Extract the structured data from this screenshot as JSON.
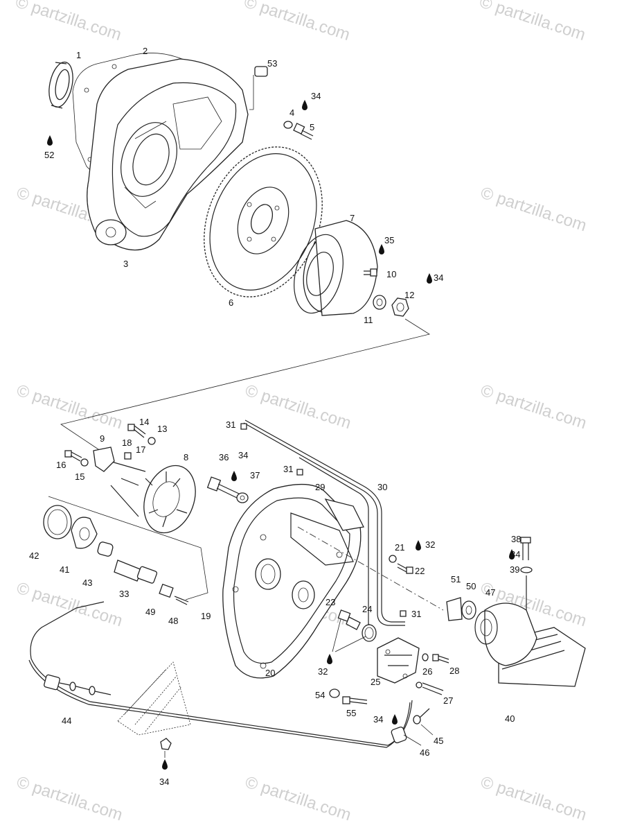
{
  "watermark": {
    "text": "partzilla.com",
    "center_text": "Partzilla.com",
    "copyright_symbol": "©"
  },
  "labels": {
    "p1": "1",
    "p2": "2",
    "p3": "3",
    "p4": "4",
    "p5": "5",
    "p6": "6",
    "p7": "7",
    "p8": "8",
    "p9": "9",
    "p10": "10",
    "p11": "11",
    "p12": "12",
    "p13": "13",
    "p14": "14",
    "p15": "15",
    "p16": "16",
    "p17": "17",
    "p18": "18",
    "p19": "19",
    "p20": "20",
    "p21": "21",
    "p22": "22",
    "p23": "23",
    "p24": "24",
    "p25": "25",
    "p26": "26",
    "p27": "27",
    "p28": "28",
    "p29": "29",
    "p30": "30",
    "p31a": "31",
    "p31b": "31",
    "p31c": "31",
    "p32a": "32",
    "p32b": "32",
    "p33": "33",
    "p34a": "34",
    "p34b": "34",
    "p34c": "34",
    "p34d": "34",
    "p34e": "34",
    "p34f": "34",
    "p35": "35",
    "p36": "36",
    "p37": "37",
    "p38": "38",
    "p39": "39",
    "p40": "40",
    "p41": "41",
    "p42": "42",
    "p43": "43",
    "p44": "44",
    "p45": "45",
    "p46": "46",
    "p47": "47",
    "p48": "48",
    "p49": "49",
    "p50": "50",
    "p51": "51",
    "p52": "52",
    "p53": "53",
    "p54": "54",
    "p55": "55"
  },
  "colors": {
    "line": "#222222",
    "watermark": "#cfcfcf",
    "background": "#ffffff"
  },
  "icons": {
    "lubricant": "lubricant-drop-icon"
  }
}
